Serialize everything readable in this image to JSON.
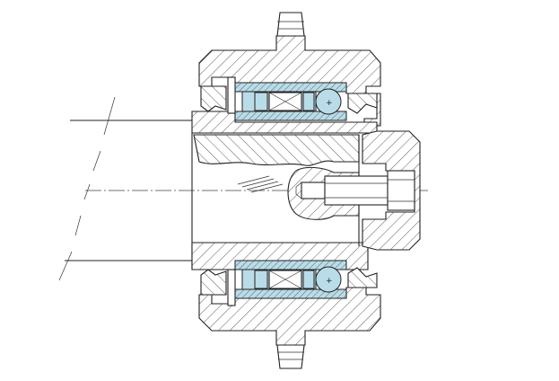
{
  "colors": {
    "line": "#222222",
    "bearing_fill": "#b9dce8",
    "background": "#ffffff"
  },
  "components": [
    "hatched-housing",
    "flange-teeth",
    "ball-bearing-top",
    "ball-bearing-bottom",
    "needle-roller-cage-top",
    "needle-roller-cage-bottom",
    "seal-lip-left-top",
    "seal-lip-right-top",
    "seal-lip-left-bottom",
    "seal-lip-right-bottom",
    "retaining-ring-top",
    "retaining-ring-bottom",
    "shaft",
    "end-nut",
    "bolt",
    "broken-shaft-end",
    "axis-centerline"
  ]
}
